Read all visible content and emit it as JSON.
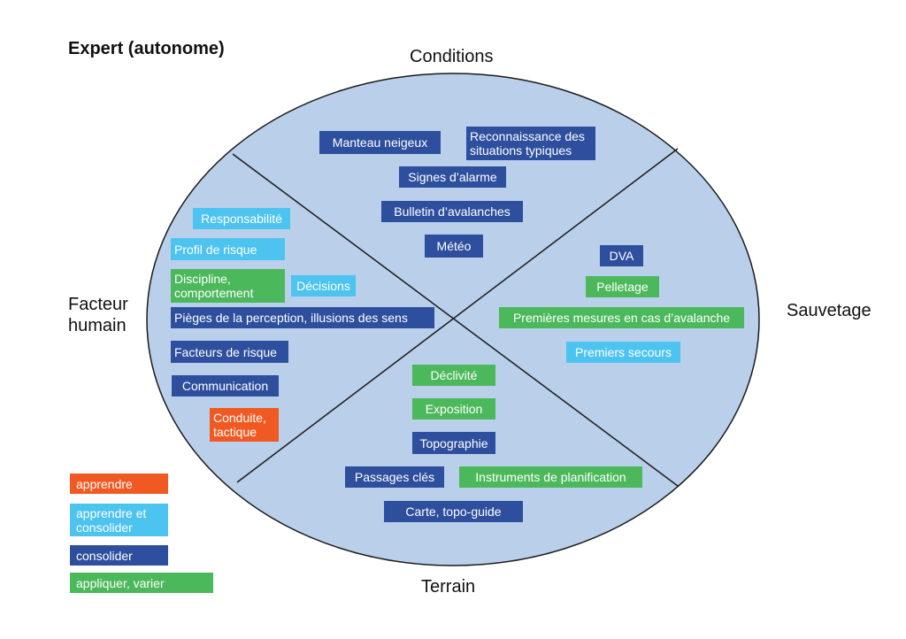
{
  "title": "Expert (autonome)",
  "sectors": {
    "conditions": "Conditions",
    "facteur_humain": "Facteur\nhumain",
    "sauvetage": "Sauvetage",
    "terrain": "Terrain"
  },
  "items": {
    "manteau_neigeux": "Manteau neigeux",
    "reconnaissance": "Reconnaissance des\nsituations typiques",
    "signes_alarme": "Signes d’alarme",
    "bulletin": "Bulletin d’avalanches",
    "meteo": "Météo",
    "responsabilite": "Responsabilité",
    "profil_risque": "Profil de risque",
    "discipline": "Discipline,\ncomportement",
    "decisions": "Décisions",
    "pieges": "Pièges de la perception, illusions des sens",
    "facteurs_risque": "Facteurs de risque",
    "communication": "Communication",
    "conduite": "Conduite,\ntactique",
    "dva": "DVA",
    "pelletage": "Pelletage",
    "premieres_mesures": "Premières mesures en cas d’avalanche",
    "premiers_secours": "Premiers secours",
    "declivite": "Déclivité",
    "exposition": "Exposition",
    "topographie": "Topographie",
    "passages_cles": "Passages clés",
    "instruments": "Instruments de planification",
    "carte": "Carte, topo-guide"
  },
  "legend": {
    "apprendre": "apprendre",
    "apprendre_consolider": "apprendre et\nconsolider",
    "consolider": "consolider",
    "appliquer": "appliquer, varier"
  },
  "colors": {
    "apprendre": "#f05a22",
    "apprendre_consolider": "#4dc3f0",
    "consolider": "#2e4f9e",
    "appliquer": "#4cb85c",
    "ellipse_fill": "#b9cfea",
    "ellipse_stroke": "#1a1a1a"
  }
}
